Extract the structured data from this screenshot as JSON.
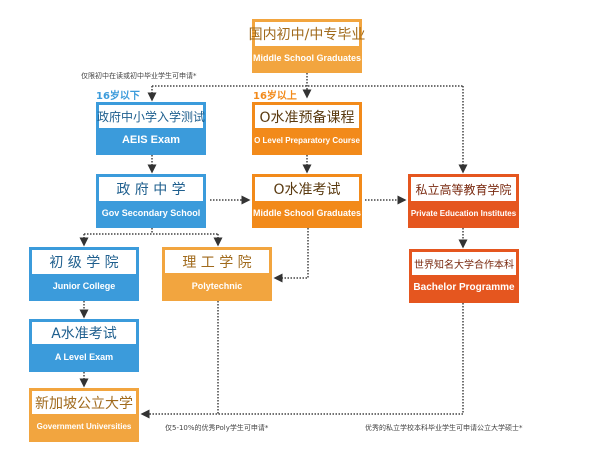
{
  "nodes": {
    "middle_school": {
      "zh": "国内初中/中专毕业",
      "en": "Middle School Graduates"
    },
    "aeis": {
      "zh": "政府中小学入学测试",
      "en": "AEIS Exam"
    },
    "o_prep": {
      "zh": "O水准预备课程",
      "en": "O Level Preparatory Course"
    },
    "gov_secondary": {
      "zh": "政 府 中 学",
      "en": "Gov Secondary School"
    },
    "o_exam": {
      "zh": "O水准考试",
      "en": "Middle School Graduates"
    },
    "private": {
      "zh": "私立高等教育学院",
      "en": "Private Education Institutes"
    },
    "junior_college": {
      "zh": "初 级 学 院",
      "en": "Junior College"
    },
    "polytechnic": {
      "zh": "理 工 学 院",
      "en": "Polytechnic"
    },
    "bachelor": {
      "zh": "世界知名大学合作本科",
      "en": "Bachelor Programme"
    },
    "a_level": {
      "zh": "A水准考试",
      "en": "A Level Exam"
    },
    "gov_univ": {
      "zh": "新加坡公立大学",
      "en": "Government Universities"
    }
  },
  "labels": {
    "under16": "16岁以下",
    "over16": "16岁以上",
    "note_top": "仅限初中在读或初中毕业学生可申请*",
    "note_poly": "仅5-10%的优秀Poly学生可申请*",
    "note_private": "优秀的私立学校本科毕业学生可申请公立大学硕士*"
  },
  "colors": {
    "blue": "#3b9bdb",
    "light_orange": "#f2a53f",
    "orange": "#f28a1a",
    "red_orange": "#e5561f"
  }
}
